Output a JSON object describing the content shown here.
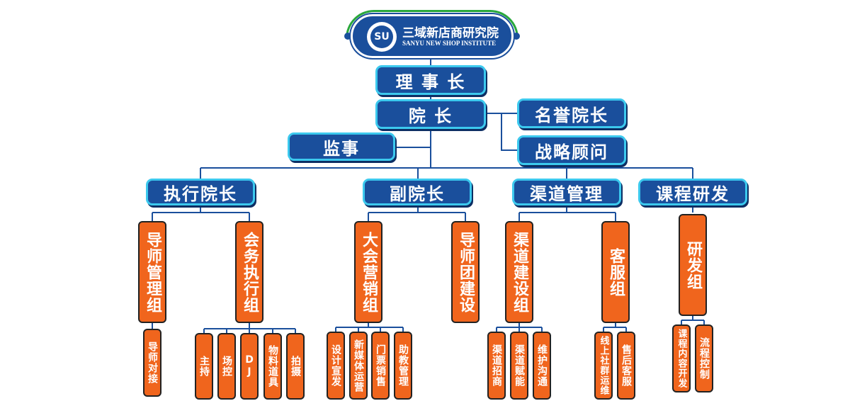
{
  "logo": {
    "title": "三域新店商研究院",
    "subtitle": "SANYU NEW SHOP INSTITUTE",
    "emblem_text": "SU"
  },
  "colors": {
    "primary_blue": "#1a4f9c",
    "border_cyan": "#3cc9ee",
    "orange": "#f0651d",
    "logo_arc_green": "#29a83b"
  },
  "top": {
    "chairman": "理 事 长",
    "president": "院 长",
    "honorary_president": "名誉院长",
    "strategic_advisor": "战略顾问",
    "supervisor": "监事"
  },
  "departments": {
    "executive_vp": {
      "label": "执行院长",
      "groups": [
        {
          "label": "导师管理组",
          "subs": [
            "导师对接"
          ]
        },
        {
          "label": "会务执行组",
          "subs": [
            "主持",
            "场控",
            "DJ",
            "物料道具",
            "拍摄"
          ]
        }
      ]
    },
    "vice_president": {
      "label": "副院长",
      "groups": [
        {
          "label": "大会营销组",
          "subs": [
            "设计宣发",
            "新媒体运营",
            "门票销售",
            "助教管理"
          ]
        },
        {
          "label": "导师团建设",
          "subs": []
        }
      ]
    },
    "channel_management": {
      "label": "渠道管理",
      "groups": [
        {
          "label": "渠道建设组",
          "subs": [
            "渠道招商",
            "渠道赋能",
            "维护沟通"
          ]
        },
        {
          "label": "客服组",
          "subs": [
            "线上社群运维",
            "售后客服"
          ]
        }
      ]
    },
    "course_development": {
      "label": "课程研发",
      "groups": [
        {
          "label": "研发组",
          "subs": [
            "课程内容开发",
            "流程控制"
          ]
        }
      ]
    }
  }
}
